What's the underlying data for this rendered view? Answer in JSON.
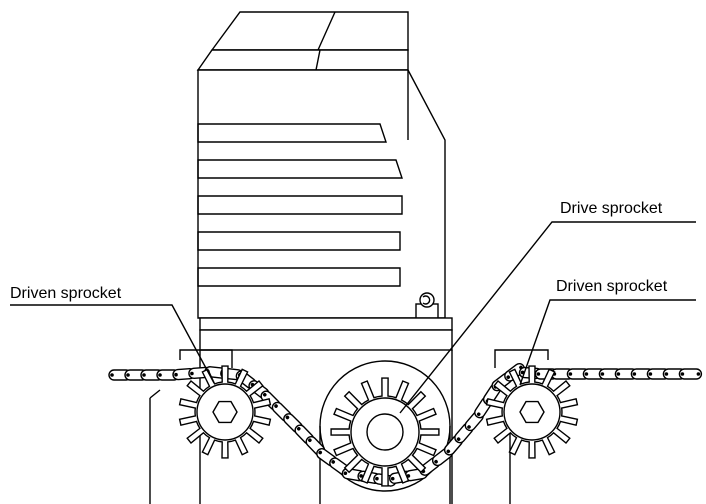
{
  "labels": {
    "drive": "Drive sprocket",
    "driven_left": "Driven sprocket",
    "driven_right": "Driven sprocket"
  },
  "sprockets": [
    {
      "id": "driven-left",
      "teeth": 14
    },
    {
      "id": "drive",
      "teeth": 16
    },
    {
      "id": "driven-right",
      "teeth": 14
    }
  ],
  "colors": {
    "line": "#000000",
    "background": "#ffffff"
  }
}
